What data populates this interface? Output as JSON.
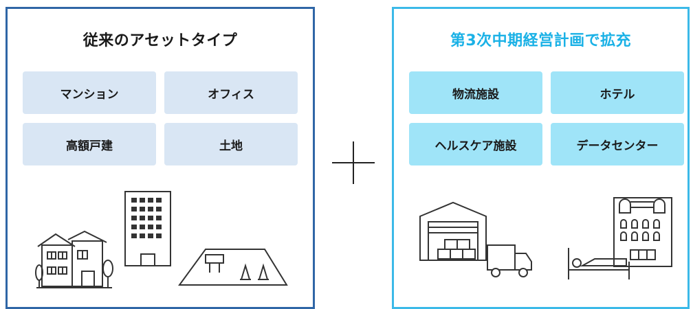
{
  "left_panel": {
    "title": "従来のアセットタイプ",
    "tags": [
      "マンション",
      "オフィス",
      "高額戸建",
      "土地"
    ],
    "icons": [
      "house-icon",
      "office-building-icon",
      "land-plot-icon"
    ],
    "border_color": "#2f66a6"
  },
  "right_panel": {
    "title": "第3次中期経営計画で拡充",
    "tags": [
      "物流施設",
      "ホテル",
      "ヘルスケア施設",
      "データセンター"
    ],
    "icons": [
      "warehouse-icon",
      "delivery-truck-icon",
      "patient-bed-icon",
      "hotel-building-icon"
    ],
    "border_color": "#3bb9e8",
    "title_color": "#1ab1e6"
  },
  "connector": {
    "symbol": "plus"
  }
}
